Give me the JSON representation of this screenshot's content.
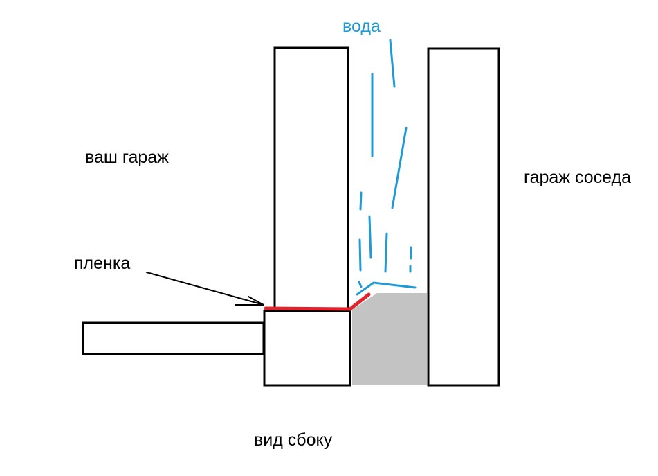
{
  "labels": {
    "your_garage": "ваш гараж",
    "neighbor_garage": "гараж соседа",
    "film": "пленка",
    "water": "вода",
    "side_view": "вид сбоку"
  },
  "colors": {
    "outline": "#000000",
    "film": "#e0242c",
    "water": "#1e9bd7",
    "fill": "#c3c3c3",
    "background": "#ffffff"
  }
}
